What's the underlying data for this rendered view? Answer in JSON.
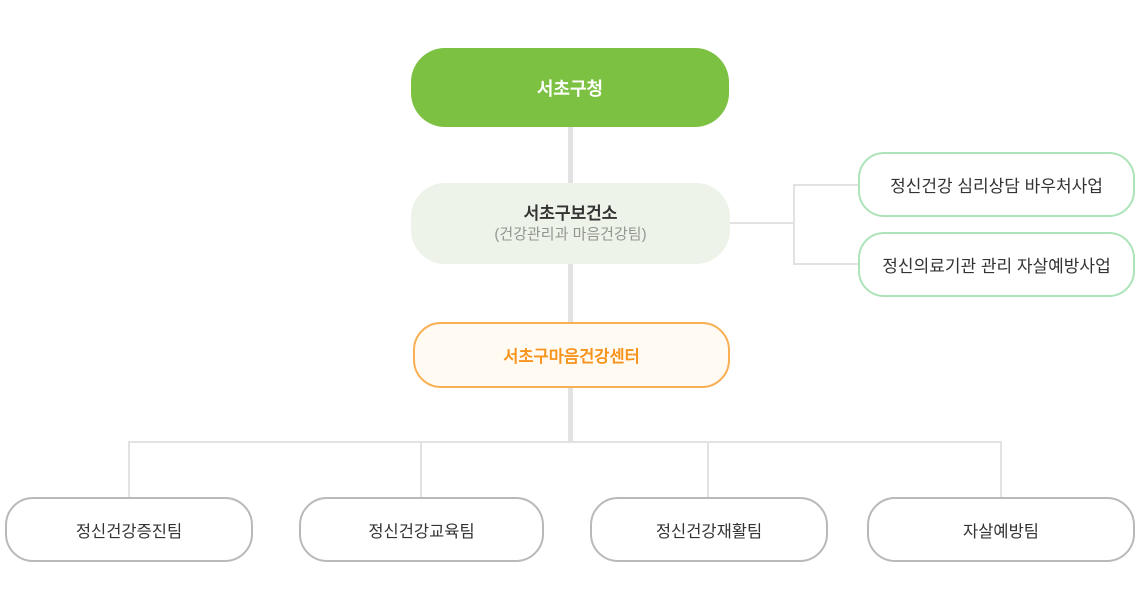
{
  "colors": {
    "brand-green": "#7DC142",
    "light-green-bg": "#EDF3E8",
    "mint-border": "#ADE3B8",
    "orange-border": "#F9AF53",
    "orange-bg": "#FFFAF2",
    "orange-text": "#F7941D",
    "gray-border": "#B9B9B9",
    "line-gray": "#E2E2E2",
    "text-dark": "#333333",
    "text-muted": "#93968E"
  },
  "org": {
    "root": {
      "label": "서초구청"
    },
    "health_center": {
      "title": "서초구보건소",
      "subtitle": "(건강관리과 마음건강팀)"
    },
    "side_programs": [
      {
        "label": "정신건강 심리상담 바우처사업"
      },
      {
        "label": "정신의료기관 관리 자살예방사업"
      }
    ],
    "mind_center": {
      "label": "서초구마음건강센터"
    },
    "teams": [
      {
        "label": "정신건강증진팀"
      },
      {
        "label": "정신건강교육팀"
      },
      {
        "label": "정신건강재활팀"
      },
      {
        "label": "자살예방팀"
      }
    ]
  }
}
